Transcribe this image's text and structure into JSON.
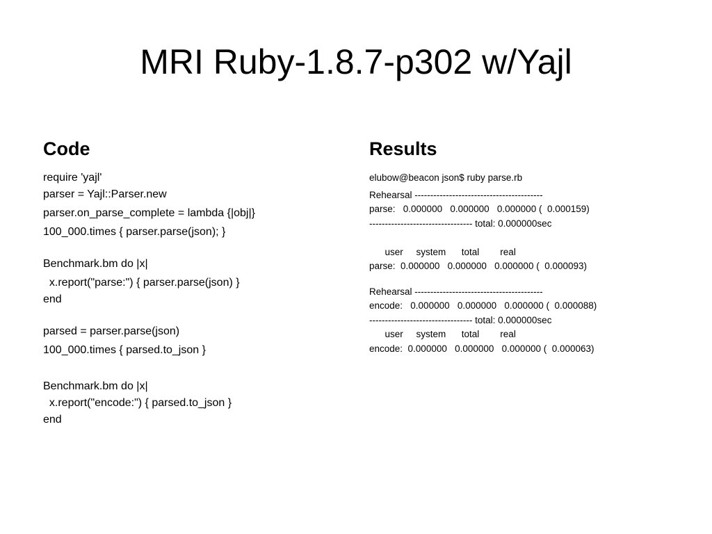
{
  "slide": {
    "title": "MRI Ruby-1.8.7-p302 w/Yajl"
  },
  "code": {
    "heading": "Code",
    "paragraphs": [
      [
        "require 'yajl'",
        "parser = Yajl::Parser.new"
      ],
      [
        "parser.on_parse_complete = lambda {|obj|}"
      ],
      [
        "100_000.times { parser.parse(json); }"
      ],
      [
        "Benchmark.bm do |x|"
      ],
      [
        "  x.report(\"parse:\") { parser.parse(json) }",
        "end"
      ],
      [
        "parsed = parser.parse(json)"
      ],
      [
        "100_000.times { parsed.to_json }"
      ],
      [
        "Benchmark.bm do |x|",
        "  x.report(\"encode:\") { parsed.to_json }",
        "end"
      ]
    ]
  },
  "results": {
    "heading": "Results",
    "prompt": "elubow@beacon json$ ruby parse.rb",
    "block1": [
      "Rehearsal -----------------------------------------",
      "parse:   0.000000   0.000000   0.000000 (  0.000159)",
      "--------------------------------- total: 0.000000sec"
    ],
    "block2": [
      "      user     system      total        real",
      "parse:  0.000000   0.000000   0.000000 (  0.000093)"
    ],
    "block3": [
      "Rehearsal -----------------------------------------",
      "encode:   0.000000   0.000000   0.000000 (  0.000088)",
      "--------------------------------- total: 0.000000sec",
      "      user     system      total        real",
      "encode:  0.000000   0.000000   0.000000 (  0.000063)"
    ]
  }
}
